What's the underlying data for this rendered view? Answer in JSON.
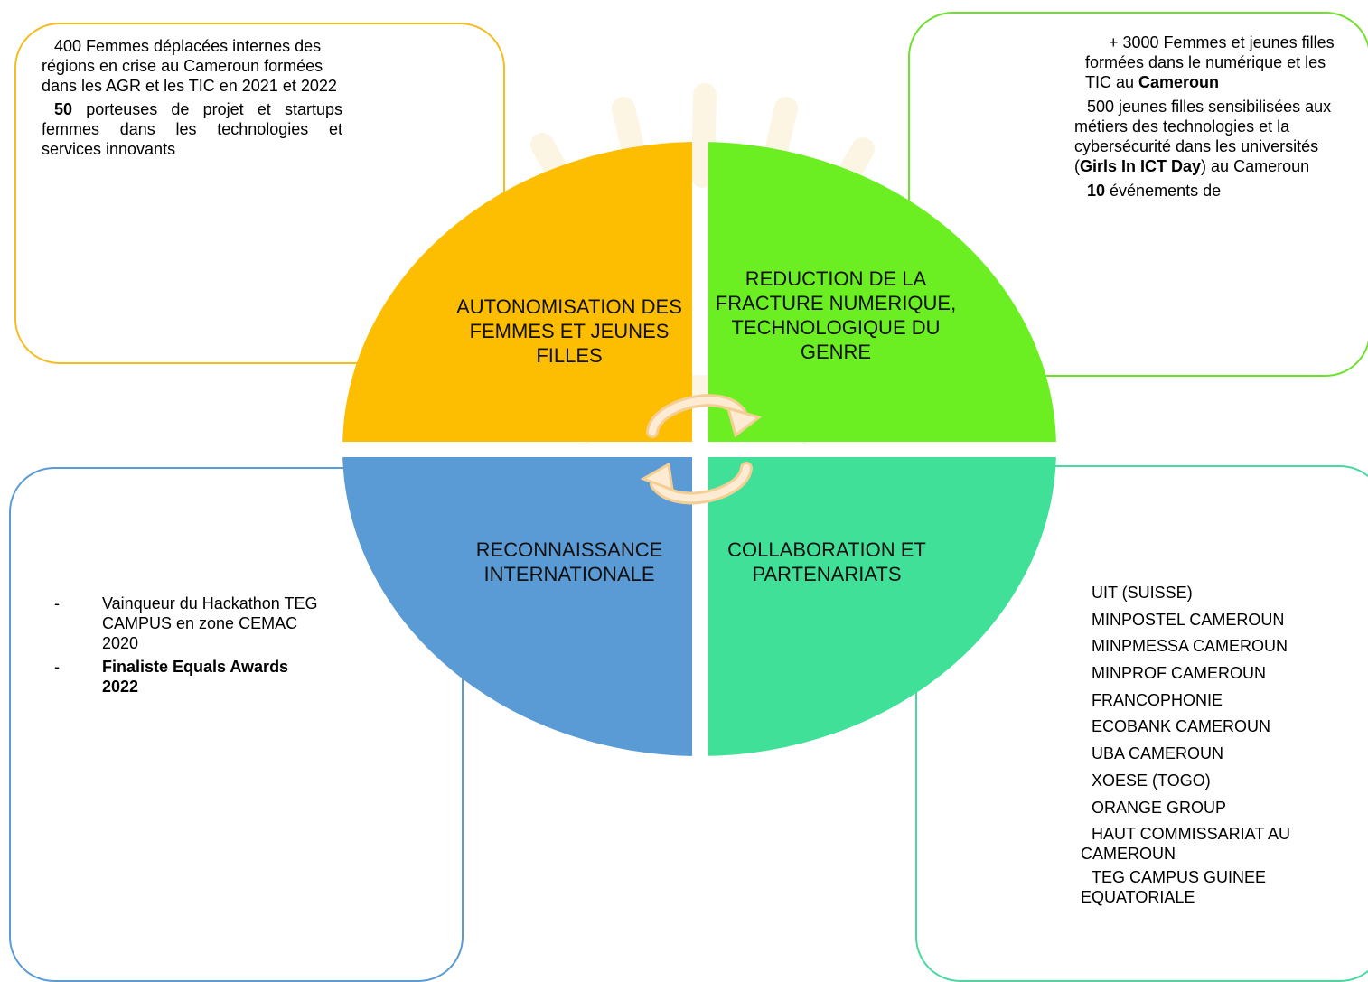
{
  "quadrants": {
    "top_left": {
      "label": "AUTONOMISATION DES FEMMES ET JEUNES FILLES",
      "color": "#fdbd00"
    },
    "top_right": {
      "label": "REDUCTION DE LA FRACTURE NUMERIQUE, TECHNOLOGIQUE DU GENRE",
      "color": "#6bef22"
    },
    "bottom_left": {
      "label": "RECONNAISSANCE INTERNATIONALE",
      "color": "#5b9bd5"
    },
    "bottom_right": {
      "label": "COLLABORATION ET PARTENARIATS",
      "color": "#40e099"
    }
  },
  "boxes": {
    "top_left": {
      "p1": "400 Femmes déplacées internes des régions en crise au Cameroun formées dans les AGR et les TIC en 2021 et 2022",
      "p2_bold": "50",
      "p2_rest": " porteuses de projet et startups femmes dans les technologies et services innovants"
    },
    "top_right": {
      "p1_text": "+ 3000 Femmes et jeunes filles formées dans le numérique et les TIC au ",
      "p1_bold": "Cameroun",
      "p2_text": "500 jeunes filles sensibilisées aux métiers des technologies et la cybersécurité dans les universités (",
      "p2_bold": "Girls In ICT Day",
      "p2_end": ") au Cameroun",
      "p3_bold": "10",
      "p3_rest": " événements de"
    },
    "bottom_left": {
      "items": [
        {
          "dash": "-",
          "text": "Vainqueur du Hackathon TEG CAMPUS en zone CEMAC 2020"
        },
        {
          "dash": "-",
          "text": "Finaliste Equals Awards 2022"
        }
      ]
    },
    "bottom_right": {
      "items": [
        "UIT (SUISSE)",
        "MINPOSTEL CAMEROUN",
        "MINPMESSA CAMEROUN",
        "MINPROF CAMEROUN",
        "FRANCOPHONIE",
        "ECOBANK CAMEROUN",
        "UBA CAMEROUN",
        "XOESE (TOGO)",
        "ORANGE GROUP",
        "HAUT COMMISSARIAT AU CAMEROUN",
        "TEG CAMPUS GUINEE EQUATORIALE"
      ]
    }
  },
  "colors": {
    "box_top_left": "#f5bd1f",
    "box_top_right": "#6ee12d",
    "box_bottom_left": "#5b9bd5",
    "box_bottom_right": "#49d8a0",
    "arrow_fill": "#fbe3c4"
  }
}
